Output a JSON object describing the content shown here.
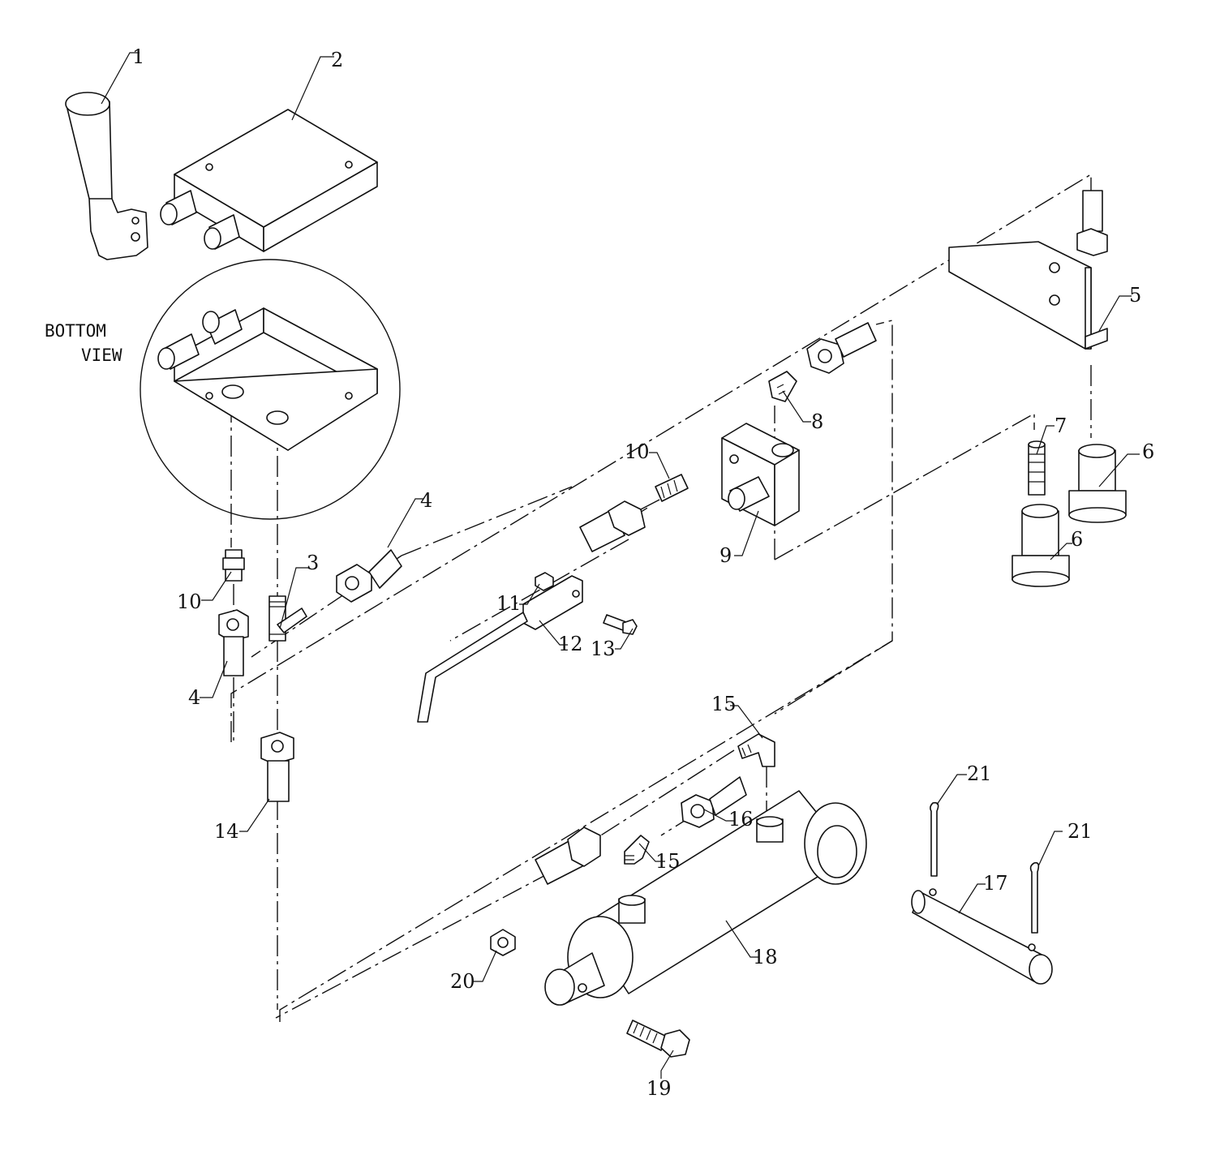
{
  "callouts": {
    "c1": "1",
    "c2": "2",
    "c3": "3",
    "c4a": "4",
    "c4b": "4",
    "c5": "5",
    "c6a": "6",
    "c6b": "6",
    "c7": "7",
    "c8": "8",
    "c9": "9",
    "c10a": "10",
    "c10b": "10",
    "c11": "11",
    "c12": "12",
    "c13": "13",
    "c14": "14",
    "c15a": "15",
    "c15b": "15",
    "c16": "16",
    "c17": "17",
    "c18": "18",
    "c19": "19",
    "c20": "20",
    "c21a": "21",
    "c21b": "21"
  },
  "bottom_view": {
    "line1": "BOTTOM",
    "line2": "VIEW"
  },
  "colors": {
    "ink": "#111111",
    "paper": "#ffffff"
  }
}
